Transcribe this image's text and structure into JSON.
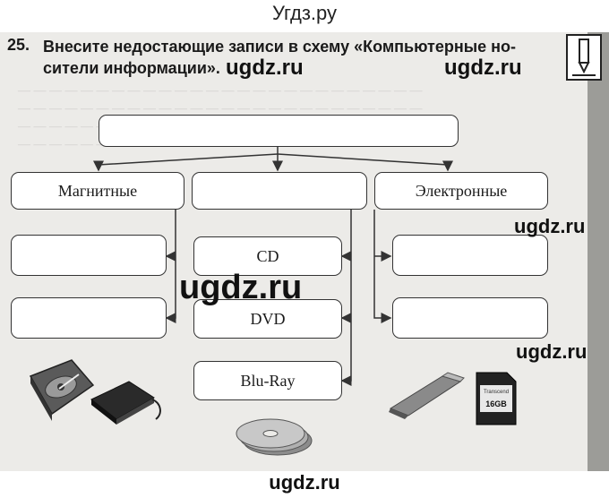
{
  "site": {
    "title": "Угдз.ру",
    "footer": "ugdz.ru"
  },
  "task": {
    "number": "25.",
    "text": "Внесите недостающие записи в схему «Компьютерные но-сители информации»."
  },
  "watermarks": [
    "ugdz.ru",
    "ugdz.ru",
    "ugdz.ru",
    "ugdz.ru",
    "ugdz.ru"
  ],
  "diagram": {
    "root": "",
    "categories": [
      "Магнитные",
      "",
      "Электронные"
    ],
    "magnetic_items": [
      "",
      ""
    ],
    "optical_items": [
      "CD",
      "DVD",
      "Blu-Ray"
    ],
    "electronic_items": [
      "",
      ""
    ]
  },
  "icons": [
    "pencil-task-icon",
    "hard-drive-icon",
    "external-drive-icon",
    "optical-discs-icon",
    "usb-flash-icon",
    "sd-card-icon"
  ],
  "sd_card": {
    "brand": "Transcend",
    "capacity": "16GB"
  },
  "colors": {
    "page": "#ecebe8",
    "strip": "#9c9c98",
    "border": "#333333"
  }
}
